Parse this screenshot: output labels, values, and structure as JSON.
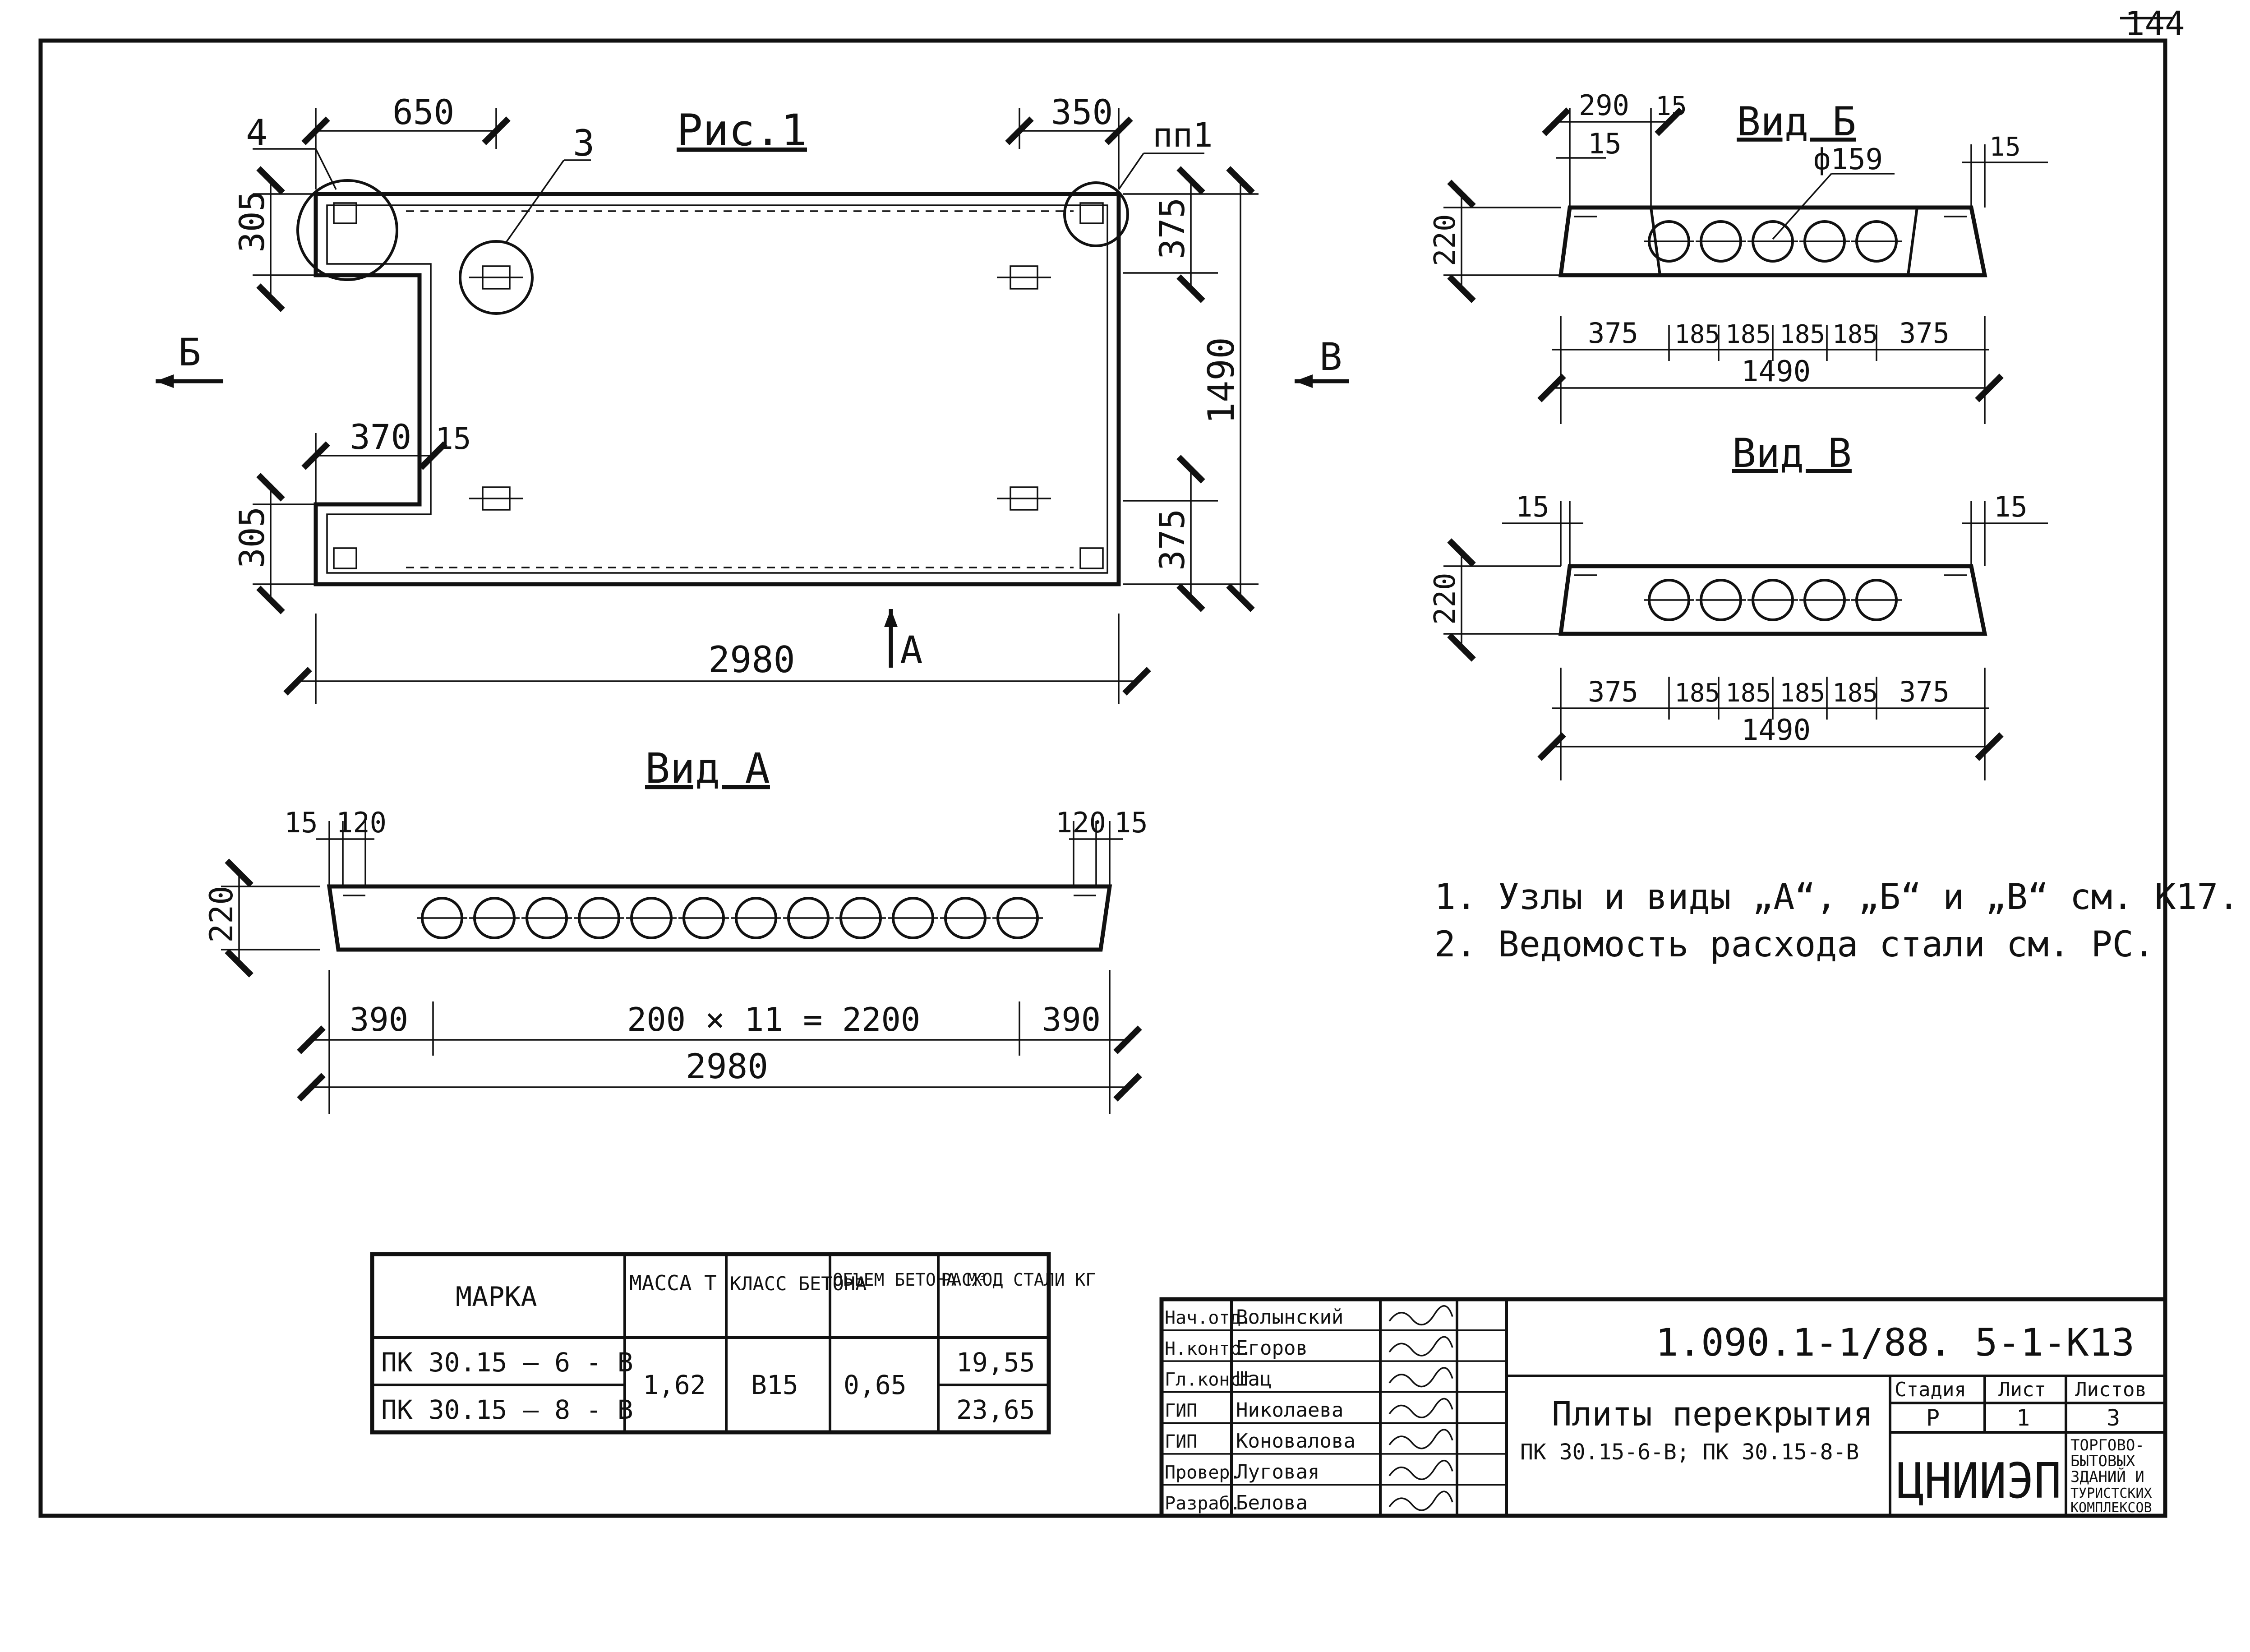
{
  "sheet": {
    "page_number": "144"
  },
  "plan": {
    "title": "Рис.1",
    "dims": {
      "left_top_width": "650",
      "right_top_width": "350",
      "top_left_notch": "305",
      "bottom_left_notch": "305",
      "right_top": "375",
      "right_bottom": "375",
      "height": "1490",
      "notch_width": "370",
      "notch_wall": "15",
      "length": "2980"
    },
    "callouts": {
      "c4": "4",
      "c3": "3",
      "pn1": "пп1"
    },
    "arrows": {
      "b": "Б",
      "v": "В",
      "a": "А"
    }
  },
  "view_a": {
    "title": "Вид А",
    "dims": {
      "left_edge": "15",
      "left_120": "120",
      "right_120": "120",
      "right_edge": "15",
      "height": "220",
      "left_390": "390",
      "middle": "200 × 11 = 2200",
      "right_390": "390",
      "total": "2980"
    }
  },
  "view_b": {
    "title": "Вид Б",
    "dims": {
      "top_290": "290",
      "top_15a": "15",
      "top_15b": "15",
      "top_15c": "15",
      "diameter": "ф159",
      "height": "220",
      "s1": "375",
      "s2": "185",
      "s3": "185",
      "s4": "185",
      "s5": "185",
      "s6": "375",
      "total": "1490"
    }
  },
  "view_v": {
    "title": "Вид В",
    "dims": {
      "left_15": "15",
      "right_15": "15",
      "height": "220",
      "s1": "375",
      "s2": "185",
      "s3": "185",
      "s4": "185",
      "s5": "185",
      "s6": "375",
      "total": "1490"
    }
  },
  "notes": {
    "n1": "1. Узлы и виды „А“, „Б“ и „В“ см. К17.",
    "n2": "2. Ведомость расхода стали см. РС."
  },
  "spec_table": {
    "headers": {
      "mark": "МАРКА",
      "mass": "МАССА Т",
      "class": "КЛАСС БЕТОНА",
      "volume": "ОБЪЕМ БЕТОНА М³",
      "steel": "РАСХОД СТАЛИ КГ"
    },
    "rows": [
      {
        "mark": "ПК 30.15 – 6 - В",
        "steel": "19,55"
      },
      {
        "mark": "ПК 30.15 – 8 - В",
        "steel": "23,65"
      }
    ],
    "shared": {
      "mass": "1,62",
      "class": "В15",
      "volume": "0,65"
    }
  },
  "title_block": {
    "code": "1.090.1-1/88. 5-1-К13",
    "title_line1": "Плиты перекрытия",
    "title_line2": "ПК 30.15-6-В; ПК 30.15-8-В",
    "people": [
      {
        "role": "Нач.отд.",
        "name": "Волынский"
      },
      {
        "role": "Н.контр.",
        "name": "Егоров"
      },
      {
        "role": "Гл.конст.",
        "name": "Шац"
      },
      {
        "role": "ГИП",
        "name": "Николаева"
      },
      {
        "role": "ГИП",
        "name": "Коновалова"
      },
      {
        "role": "Провер.",
        "name": "Луговая"
      },
      {
        "role": "Разраб.",
        "name": "Белова"
      }
    ],
    "stage_header": "Стадия",
    "sheet_header": "Лист",
    "sheets_header": "Листов",
    "stage_value": "Р",
    "sheet_value": "1",
    "sheets_value": "3",
    "org": "ЦНИИЭП",
    "org_desc_lines": [
      "ТОРГОВО-",
      "БЫТОВЫХ",
      "ЗДАНИЙ И",
      "ТУРИСТСКИХ",
      "КОМПЛЕКСОВ"
    ]
  }
}
